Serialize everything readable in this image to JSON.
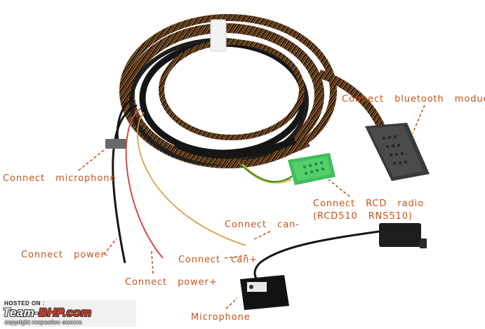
{
  "labels": {
    "bluetooth": "Connect   bluetooth   moduel",
    "microphone_conn": "Connect   microphone",
    "rcd_line1": "Connect   RCD   radio",
    "rcd_line2": "(RCD510   RNS510)",
    "can_minus": "Connect   can-",
    "power_minus": "Connect   power-",
    "can_plus": "Connect   can+",
    "power_plus": "Connect   power+",
    "microphone": "Microphone"
  },
  "watermark": {
    "hosted": "HOSTED ON :",
    "brand_prefix": "Team-",
    "brand_suffix": "BHP.com",
    "copyright": "copyright respective owners"
  },
  "colors": {
    "label": "#c4541c",
    "wire_black": "#141414",
    "connector_green": "#3fbf5a",
    "brand_red": "#e53a1e"
  }
}
